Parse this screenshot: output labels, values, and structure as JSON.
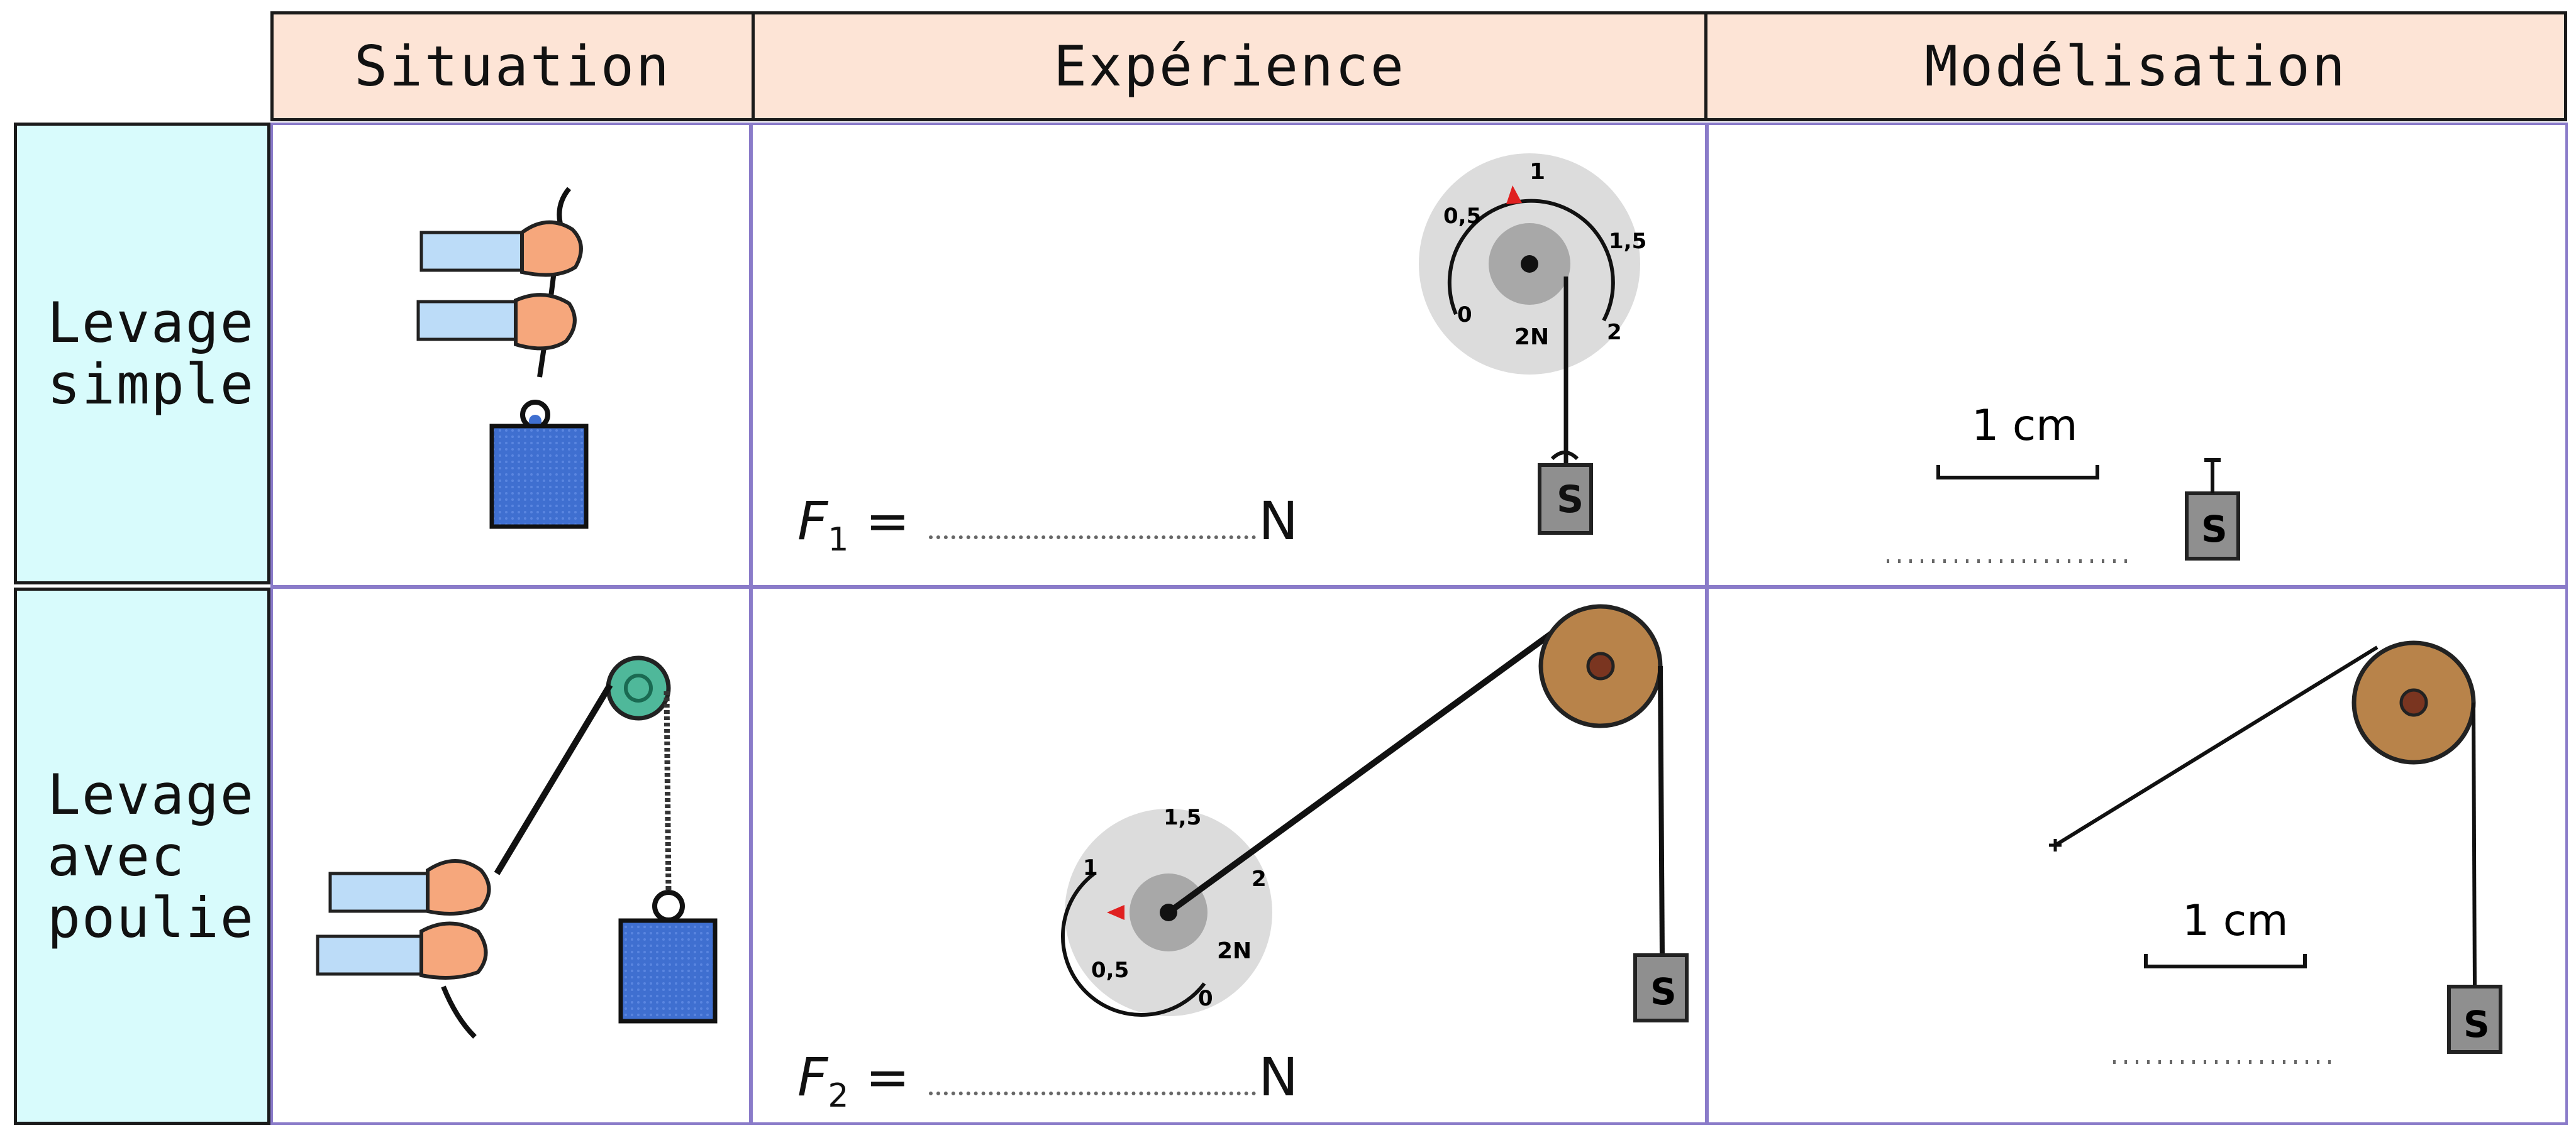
{
  "headers": {
    "situation": "Situation",
    "experience": "Expérience",
    "modelisation": "Modélisation"
  },
  "rows": [
    {
      "label_lines": [
        "Levage",
        "simple"
      ],
      "force_symbol": "F",
      "force_subscript": "1",
      "force_suffix": "= ",
      "force_unit": "N",
      "scale_label": "1 cm",
      "dynamometer_ticks": [
        "0",
        "0,5",
        "1",
        "1,5",
        "2"
      ],
      "dynamometer_unit": "2N",
      "mass_letter": "S"
    },
    {
      "label_lines": [
        "Levage",
        "avec",
        "poulie"
      ],
      "force_symbol": "F",
      "force_subscript": "2",
      "force_suffix": "= ",
      "force_unit": "N",
      "scale_label": "1 cm",
      "dynamometer_ticks": [
        "0",
        "0,5",
        "1",
        "1,5",
        "2"
      ],
      "dynamometer_unit": "2N",
      "mass_letter": "S"
    }
  ],
  "colors": {
    "header_bg": "#fde4d6",
    "row_header_bg": "#d8fbfc",
    "cell_border": "#8a7bc9",
    "mass_blue": "#3f6fd0",
    "pulley_brown": "#b8834a",
    "pulley_green": "#4fb89a",
    "skin": "#f6a77c",
    "sleeve": "#bcdcf8",
    "needle_red": "#e02020"
  }
}
